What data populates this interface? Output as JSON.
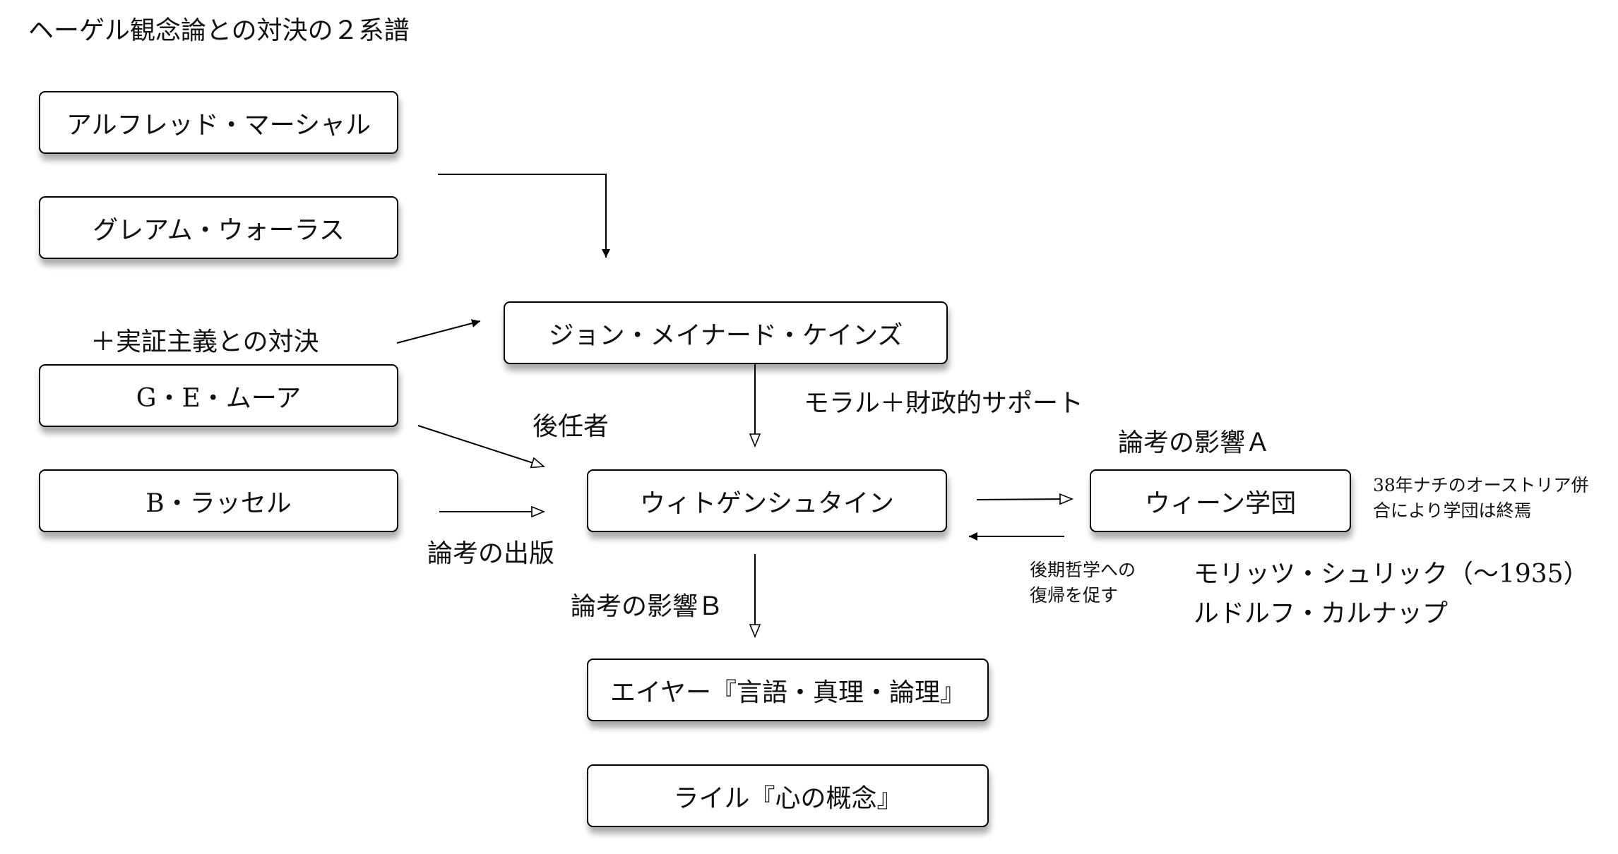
{
  "title": "ヘーゲル観念論との対決の２系譜",
  "nodes": {
    "marshall": "アルフレッド・マーシャル",
    "wallace": "グレアム・ウォーラス",
    "keynes": "ジョン・メイナード・ケインズ",
    "moore": "G・E・ムーア",
    "russell": "B・ラッセル",
    "wittgenstein": "ウィトゲンシュタイン",
    "vienna": "ウィーン学団",
    "ayer": "エイヤー『言語・真理・論理』",
    "ryle": "ライル『心の概念』"
  },
  "labels": {
    "positivism": "＋実証主義との対決",
    "moral_support": "モラル＋財政的サポート",
    "successor": "後任者",
    "publication": "論考の出版",
    "influence_a": "論考の影響Ａ",
    "influence_b": "論考の影響Ｂ",
    "annexation_line1": "38年ナチのオーストリア併",
    "annexation_line2": "合により学団は終焉",
    "return_line1": "後期哲学への",
    "return_line2": "復帰を促す",
    "schlick": "モリッツ・シュリック（〜1935）",
    "carnap": "ルドルフ・カルナップ"
  }
}
